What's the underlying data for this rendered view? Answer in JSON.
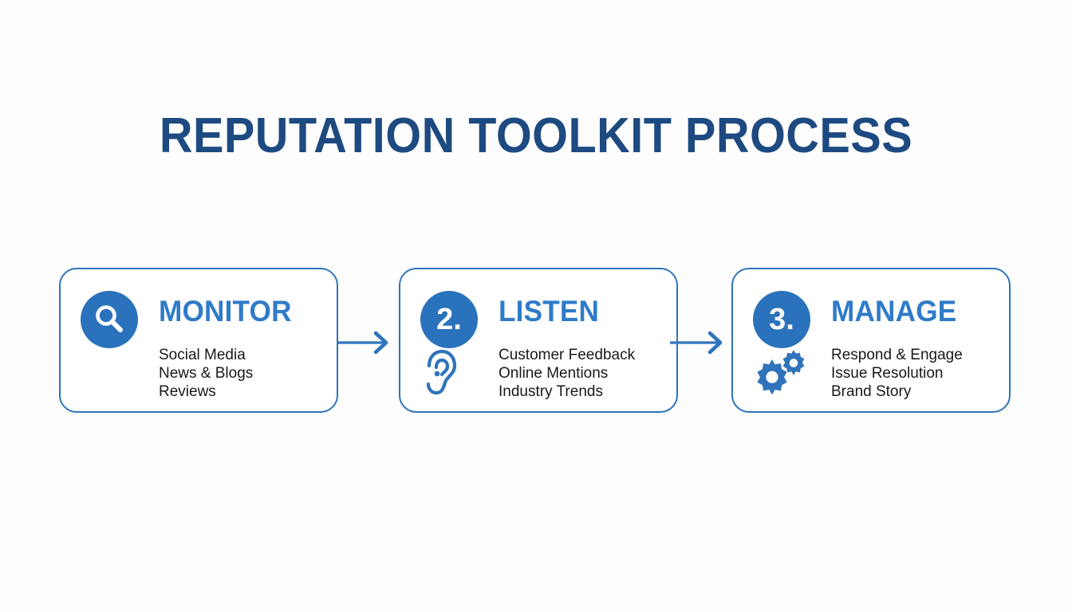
{
  "title": "REPUTATION TOOLKIT PROCESS",
  "colors": {
    "title": "#1d4a80",
    "accent": "#2a72bc",
    "heading": "#2f7bc8",
    "border": "#2f74bb",
    "body_text": "#191919",
    "background": "#fdfdfd"
  },
  "steps": [
    {
      "badge_label": "",
      "badge_icon": "magnifier-icon",
      "sub_icon": "",
      "heading": "MONITOR",
      "items": [
        "Social Media",
        "News & Blogs",
        "Reviews"
      ]
    },
    {
      "badge_label": "2.",
      "badge_icon": "",
      "sub_icon": "ear-icon",
      "heading": "LISTEN",
      "items": [
        "Customer Feedback",
        "Online Mentions",
        "Industry Trends"
      ]
    },
    {
      "badge_label": "3.",
      "badge_icon": "",
      "sub_icon": "gears-icon",
      "heading": "MANAGE",
      "items": [
        "Respond & Engage",
        "Issue Resolution",
        "Brand Story"
      ]
    }
  ],
  "connectors": [
    "arrow-right-icon",
    "arrow-right-icon"
  ]
}
